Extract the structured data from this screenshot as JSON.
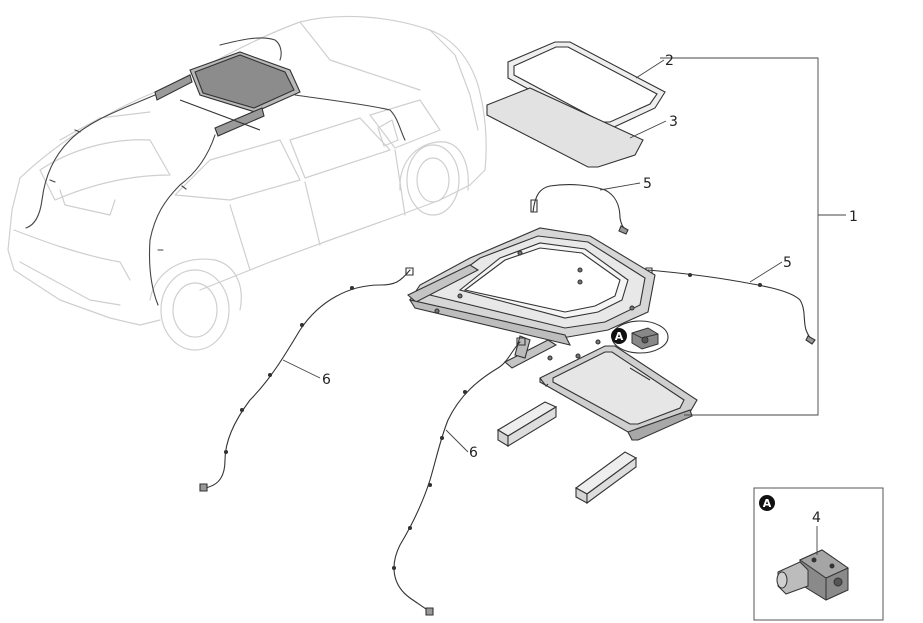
{
  "callouts": {
    "part_1": "1",
    "part_2": "2",
    "part_3": "3",
    "part_4": "4",
    "part_5_upper": "5",
    "part_5_right": "5",
    "part_6_left": "6",
    "part_6_center": "6"
  },
  "detail_markers": {
    "marker_main": "A",
    "marker_inset": "A"
  },
  "colors": {
    "line": "#333333",
    "ghost_line": "#c8c8c8",
    "badge": "#111111"
  }
}
